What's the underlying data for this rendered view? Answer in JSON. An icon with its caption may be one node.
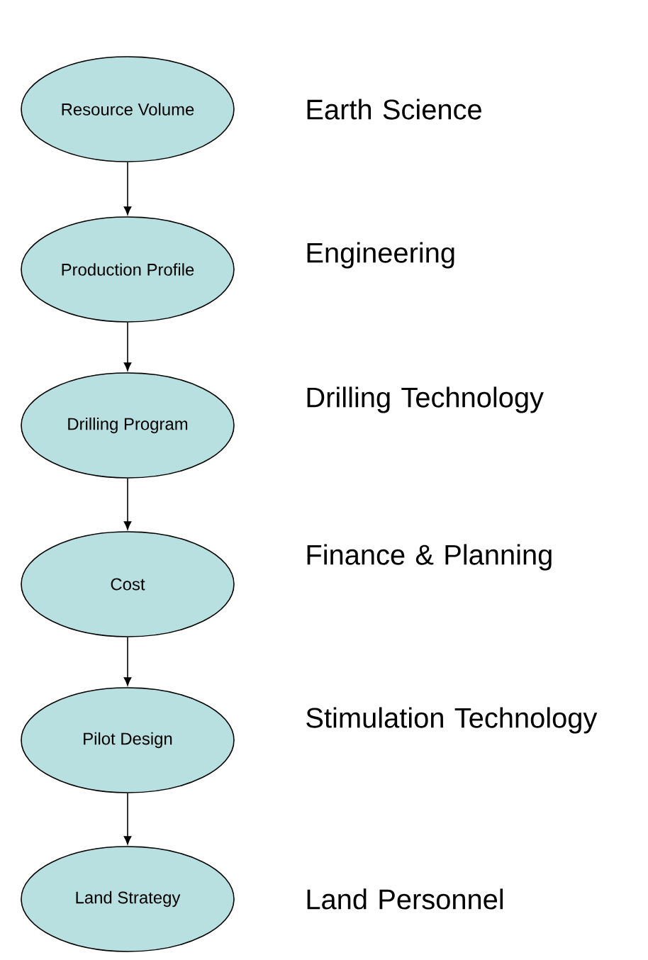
{
  "diagram": {
    "nodes": [
      {
        "text": [
          "Resource Volume"
        ]
      },
      {
        "text": [
          "Production Profile"
        ]
      },
      {
        "text": [
          "Drilling Program"
        ]
      },
      {
        "text": [
          "Cost"
        ]
      },
      {
        "text": [
          "Pilot Design"
        ]
      },
      {
        "text": [
          "Land Strategy"
        ]
      }
    ],
    "edges": [
      {
        "from": 0,
        "to": 1,
        "arrow": "to"
      },
      {
        "from": 1,
        "to": 2,
        "arrow": "to"
      },
      {
        "from": 2,
        "to": 3,
        "arrow": "to"
      },
      {
        "from": 3,
        "to": 4,
        "arrow": "to"
      },
      {
        "from": 4,
        "to": 5,
        "arrow": "to"
      }
    ],
    "labels": [
      "Earth Science",
      "Engineering",
      "Drilling Technology",
      "Finance & Planning",
      "Stimulation Technology",
      "Land Personnel"
    ]
  }
}
